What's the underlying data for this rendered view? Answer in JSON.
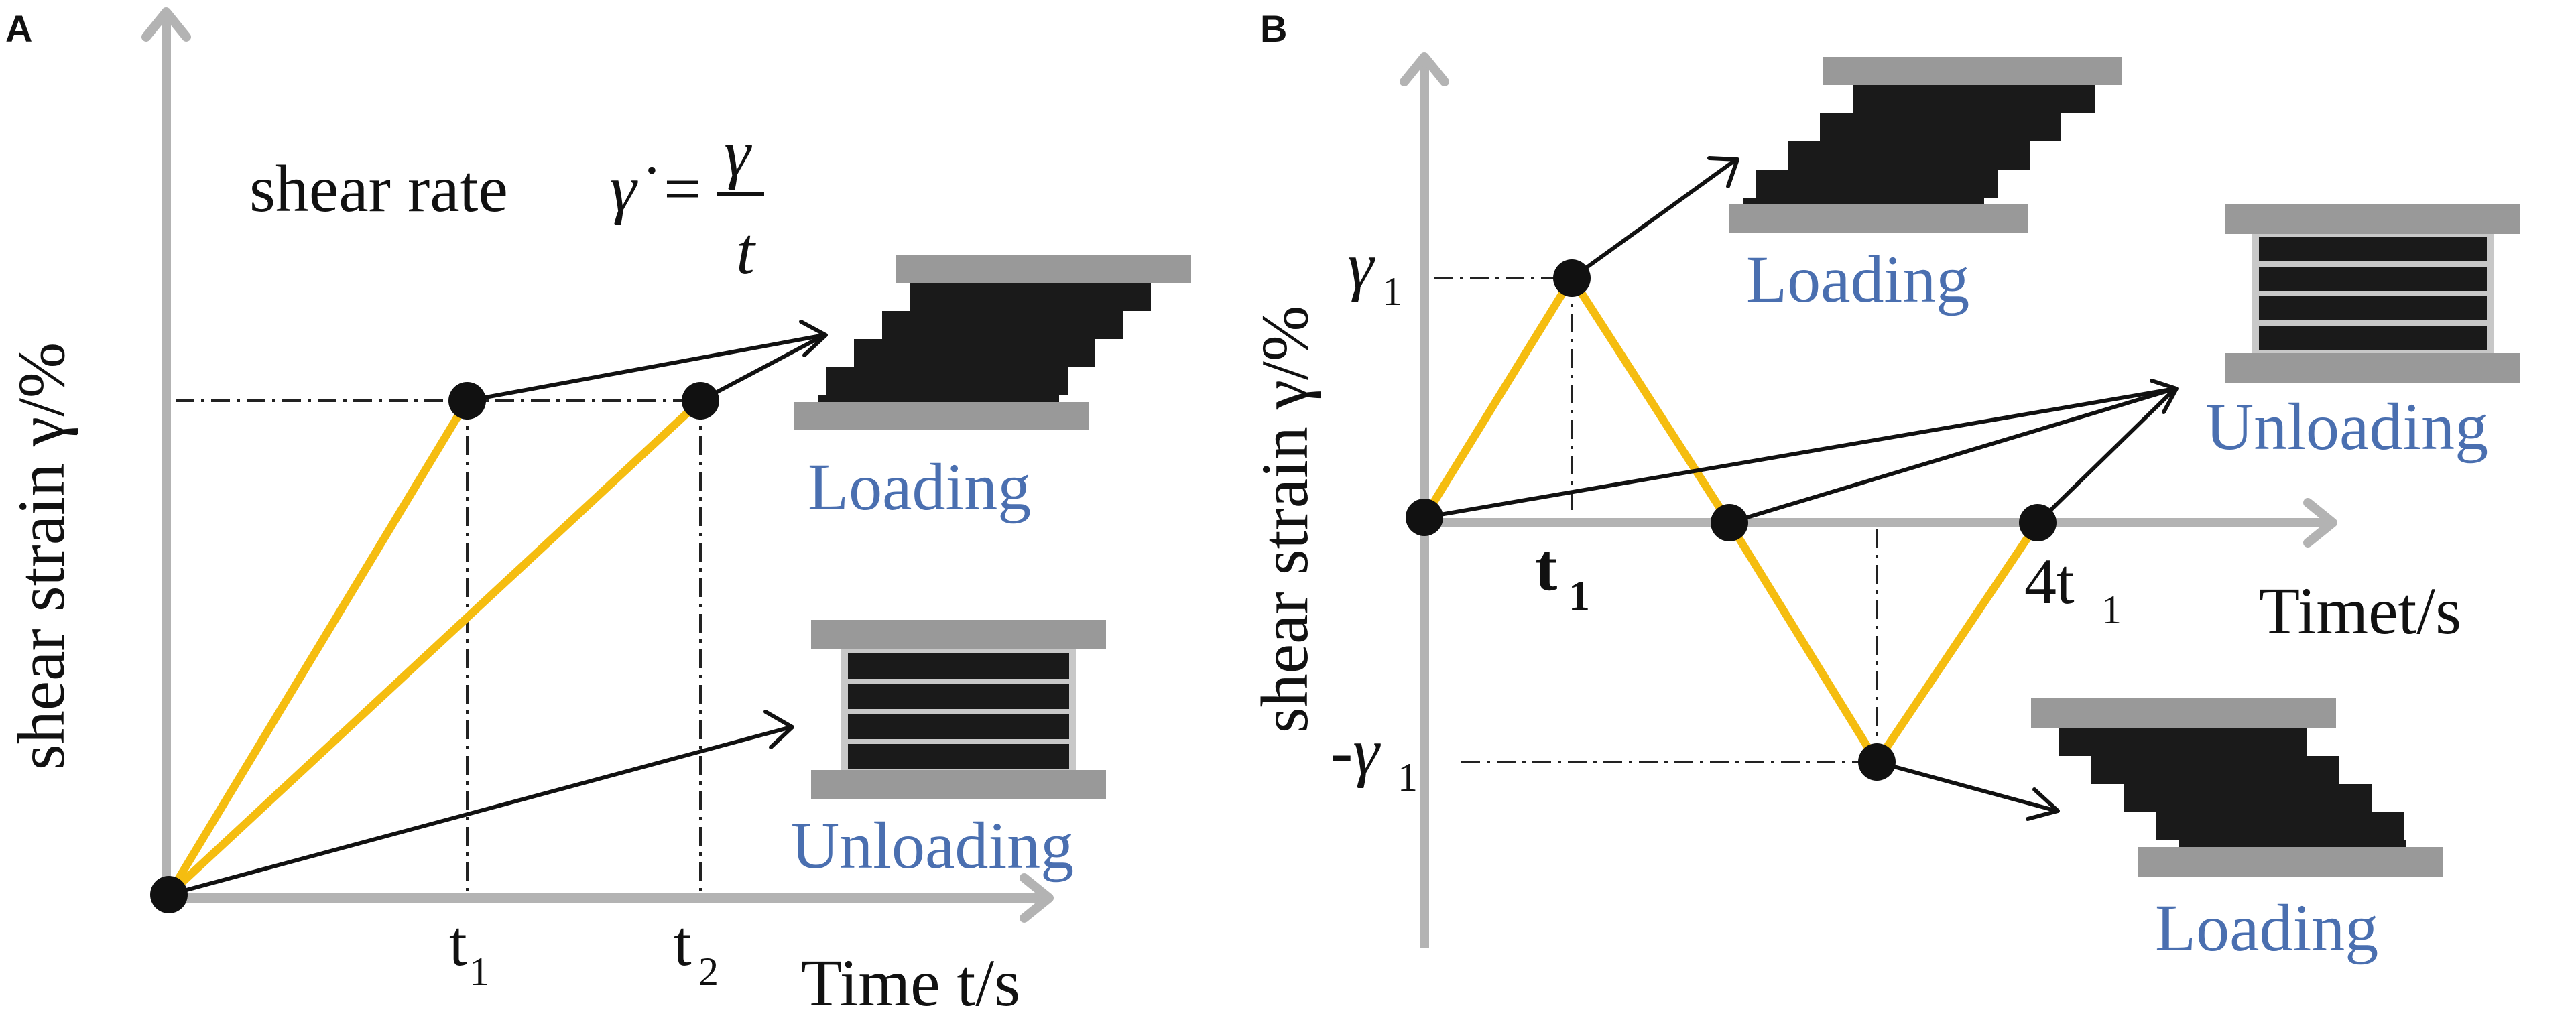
{
  "panel_a": {
    "panel_label": "A",
    "y_axis_label": "shear strain γ/%",
    "x_axis_label": "Time t/s",
    "formula_prefix": "shear rate",
    "formula_lhs": "γ̇",
    "formula_eq": "=",
    "formula_numerator": "γ",
    "formula_denominator": "t",
    "tick_t1": "t",
    "tick_t1_sub": "1",
    "tick_t2": "t",
    "tick_t2_sub": "2",
    "loading_label": "Loading",
    "unloading_label": "Unloading"
  },
  "panel_b": {
    "panel_label": "B",
    "y_axis_label": "shear strain γ/%",
    "x_axis_label": "Timet/s",
    "tick_gamma": "γ",
    "tick_gamma_sub": "1",
    "tick_neg_gamma": "-γ",
    "tick_neg_gamma_sub": "1",
    "tick_t1": "t",
    "tick_t1_sub": "1",
    "tick_4t1": "4t",
    "tick_4t1_sub": "1",
    "loading_label_top": "Loading",
    "unloading_label": "Unloading",
    "loading_label_bottom": "Loading"
  },
  "colors": {
    "axis": "#b3b3b3",
    "curve": "#f5bd10",
    "label_blue": "#4a6fb0",
    "plate": "#999999",
    "layer": "#1a1a1a",
    "text": "#111111"
  }
}
